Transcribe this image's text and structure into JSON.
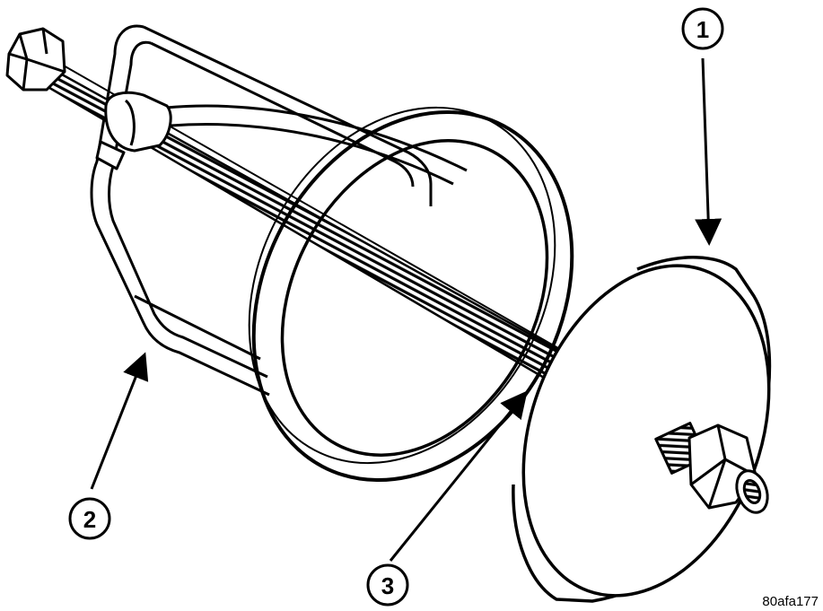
{
  "figure": {
    "reference_code": "80afa177",
    "callouts": [
      {
        "number": "1"
      },
      {
        "number": "2"
      },
      {
        "number": "3"
      }
    ]
  },
  "colors": {
    "line": "#000000",
    "background": "#ffffff",
    "shade": "#e6e6e6"
  }
}
